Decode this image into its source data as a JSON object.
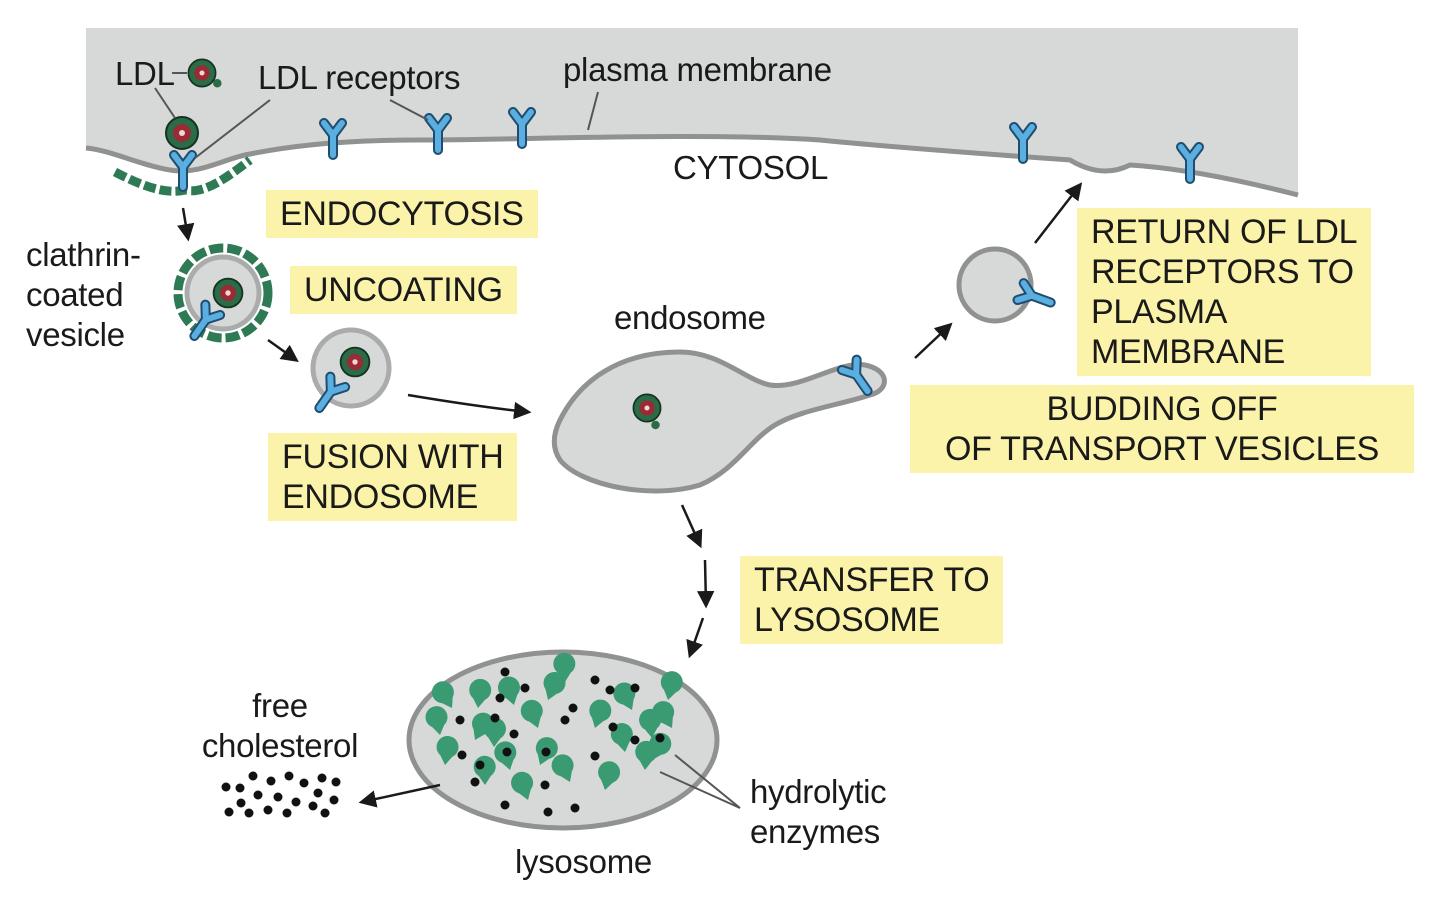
{
  "title": "Receptor-mediated endocytosis of LDL",
  "colors": {
    "cell_gray": "#d6d9d8",
    "membrane": "#8f9291",
    "receptor_blue": "#4b9bd1",
    "clathrin_green": "#2e7a55",
    "enzyme_green": "#3a9a72",
    "ldl_core_red": "#b0303c",
    "step_highlight": "#fbf3a9"
  },
  "labels": {
    "ldl": "LDL",
    "ldl_receptors": "LDL receptors",
    "plasma_membrane": "plasma membrane",
    "cytosol": "CYTOSOL",
    "clathrin_coated_vesicle": "clathrin-\ncoated\nvesicle",
    "endosome": "endosome",
    "free_cholesterol": "free\ncholesterol",
    "hydrolytic_enzymes": "hydrolytic\nenzymes",
    "lysosome": "lysosome"
  },
  "steps": {
    "endocytosis": "ENDOCYTOSIS",
    "uncoating": "UNCOATING",
    "fusion": "FUSION WITH\nENDOSOME",
    "transfer": "TRANSFER TO\nLYSOSOME",
    "return": "RETURN OF LDL\nRECEPTORS TO\nPLASMA\nMEMBRANE",
    "budding": "BUDDING OFF\nOF TRANSPORT VESICLES"
  }
}
